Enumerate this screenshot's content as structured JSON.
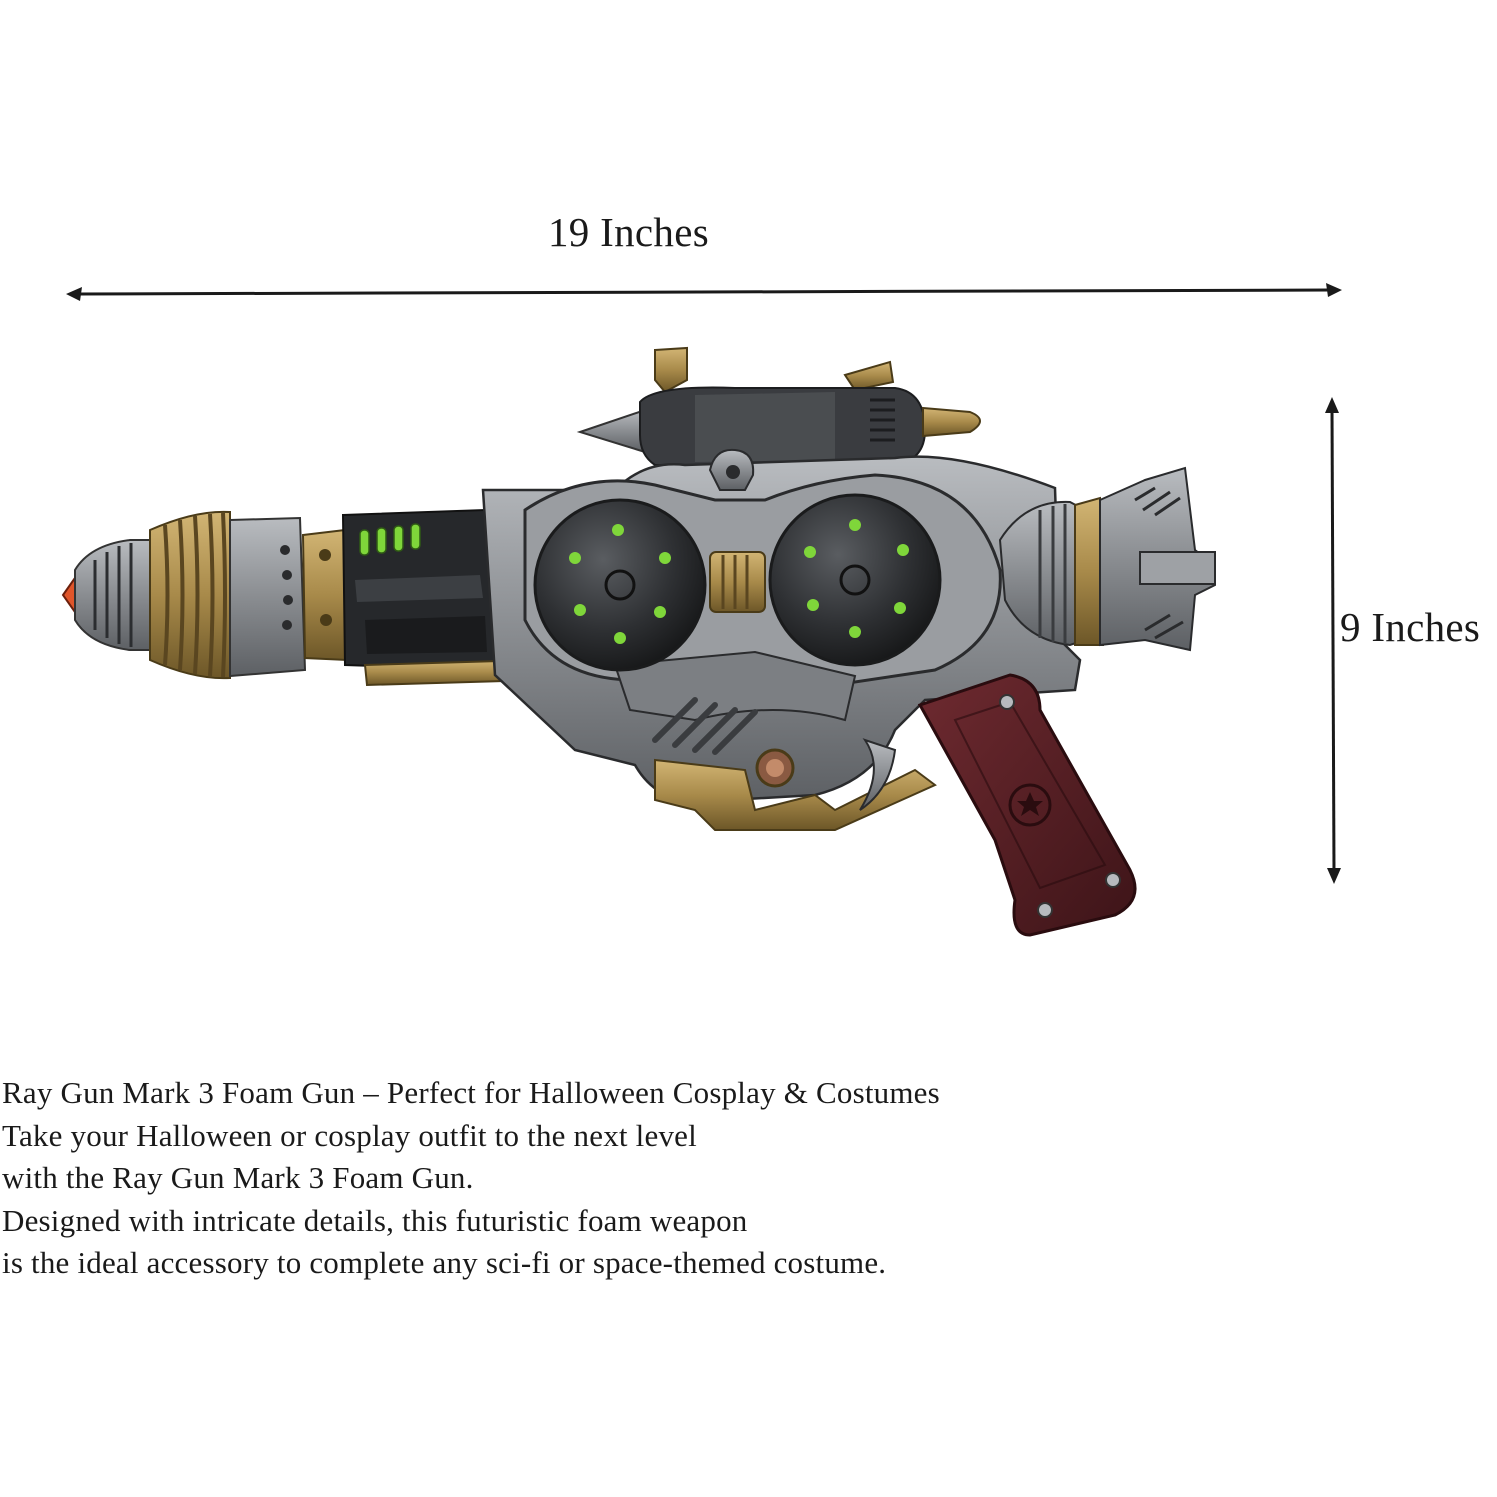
{
  "dimensions": {
    "width_label": "19 Inches",
    "height_label": "9 Inches"
  },
  "product": {
    "name": "Ray Gun Mark 3 Foam Gun",
    "colors": {
      "gunmetal": "#8a8d91",
      "dark_metal": "#2e3033",
      "brass": "#a88a4a",
      "green_light": "#7fd63a",
      "grip": "#5a1f24",
      "tip": "#e0552a"
    },
    "icons": [
      "star-emblem-icon"
    ]
  },
  "description": {
    "lines": [
      "Ray Gun Mark 3 Foam Gun – Perfect for Halloween Cosplay & Costumes",
      "Take your Halloween or cosplay outfit to the next level",
      "with the Ray Gun Mark 3 Foam Gun.",
      "Designed with intricate details, this futuristic foam weapon",
      "is the ideal accessory to complete any sci-fi or space-themed costume."
    ]
  }
}
